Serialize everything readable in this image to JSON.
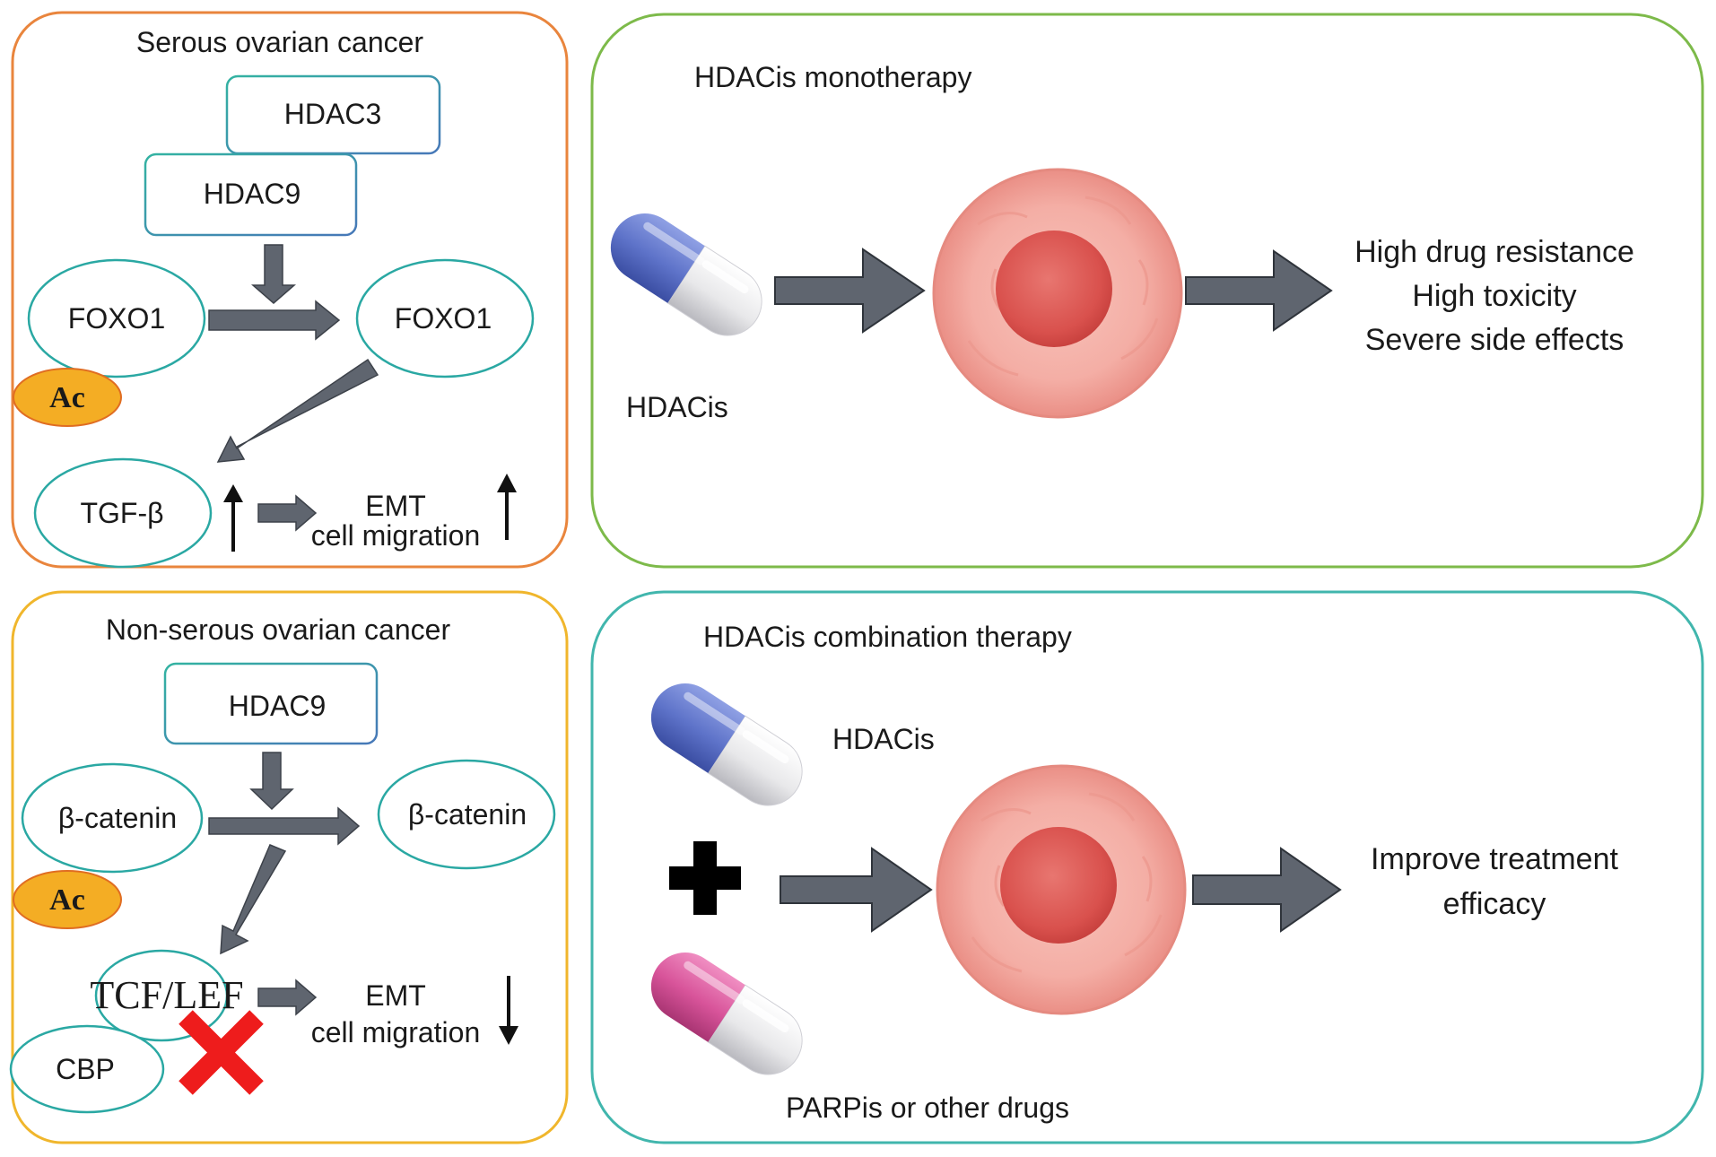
{
  "colors": {
    "serous_border": "#e9853d",
    "nonserous_border": "#f0b62c",
    "mono_border": "#7dba4a",
    "combo_border": "#41b6ad",
    "node_border": "#2aa8a3",
    "arrow_fill": "#5f656f",
    "ac_fill": "#f4ad24",
    "inhibit_x": "#ee1c1c",
    "cell_outer": "#f3a79f",
    "cell_nucleus": "#dc5a55",
    "capsule_blue": "#5e73c9",
    "capsule_pink": "#d8549a"
  },
  "serous_panel": {
    "title": "Serous ovarian cancer",
    "hdac3": "HDAC3",
    "hdac9": "HDAC9",
    "foxo1_left": "FOXO1",
    "foxo1_right": "FOXO1",
    "ac": "Ac",
    "tgf": "TGF-β",
    "emt": "EMT",
    "cell_migration": "cell migration",
    "tgf_direction": "up",
    "outcome_direction": "up"
  },
  "nonserous_panel": {
    "title": "Non-serous ovarian cancer",
    "hdac9": "HDAC9",
    "bcatenin_left": "β-catenin",
    "bcatenin_right": "β-catenin",
    "ac": "Ac",
    "tcf": "TCF/LEF",
    "cbp": "CBP",
    "emt": "EMT",
    "cell_migration": "cell migration",
    "outcome_direction": "down"
  },
  "mono_panel": {
    "title": "HDACis monotherapy",
    "drug_label": "HDACis",
    "outcomes": [
      "High drug resistance",
      "High toxicity",
      "Severe side effects"
    ],
    "drug_icon": "capsule-blue-icon",
    "target_icon": "tumor-cell-icon"
  },
  "combo_panel": {
    "title": "HDACis combination therapy",
    "drug1_label": "HDACis",
    "drug2_label": "PARPis or other drugs",
    "outcomes": [
      "Improve treatment",
      "efficacy"
    ],
    "plus_icon": "plus-icon",
    "drug1_icon": "capsule-blue-icon",
    "drug2_icon": "capsule-pink-icon",
    "target_icon": "tumor-cell-icon"
  }
}
